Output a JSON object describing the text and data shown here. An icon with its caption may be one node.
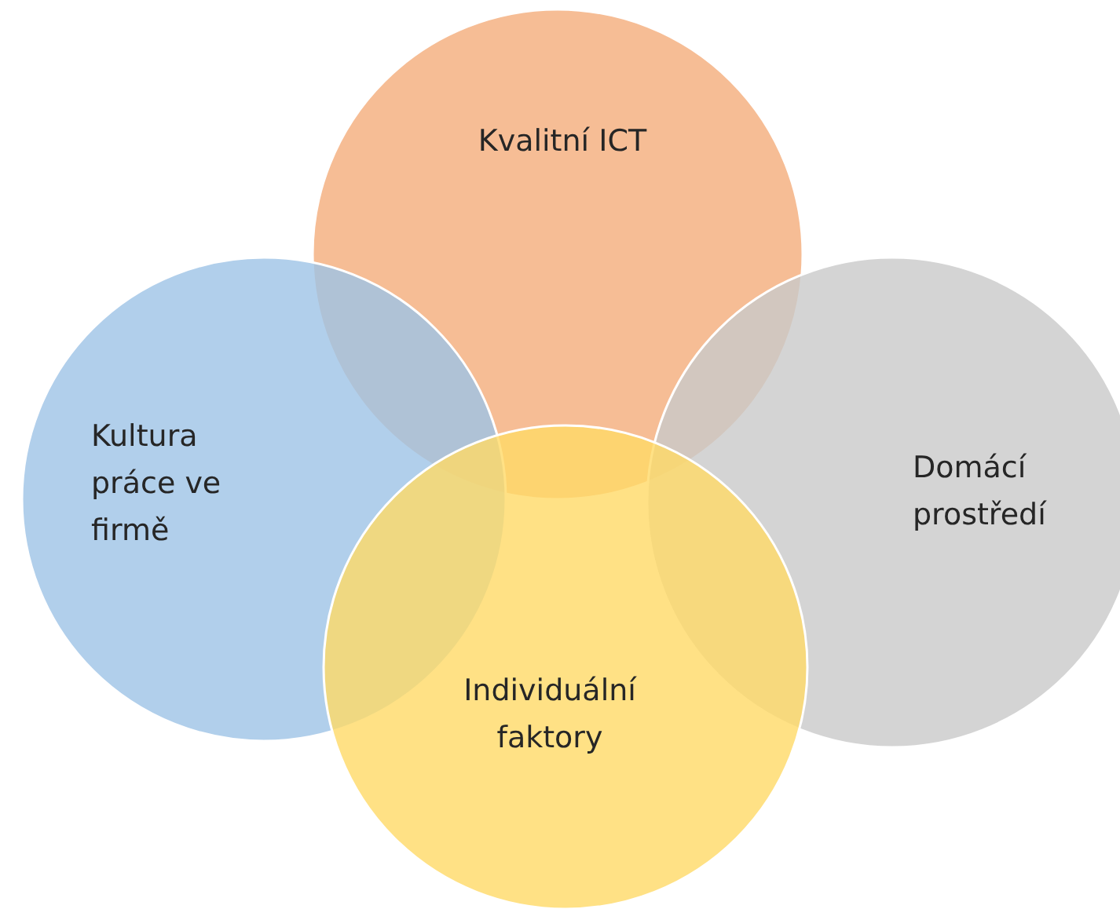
{
  "diagram": {
    "nodes": [
      {
        "text": [
          "Kvalitní ICT"
        ]
      },
      {
        "text": [
          "Kultura práce ve firmě"
        ]
      },
      {
        "text": [
          "Domácí prostředí"
        ]
      },
      {
        "text": [
          "Individuální faktory"
        ]
      }
    ]
  }
}
